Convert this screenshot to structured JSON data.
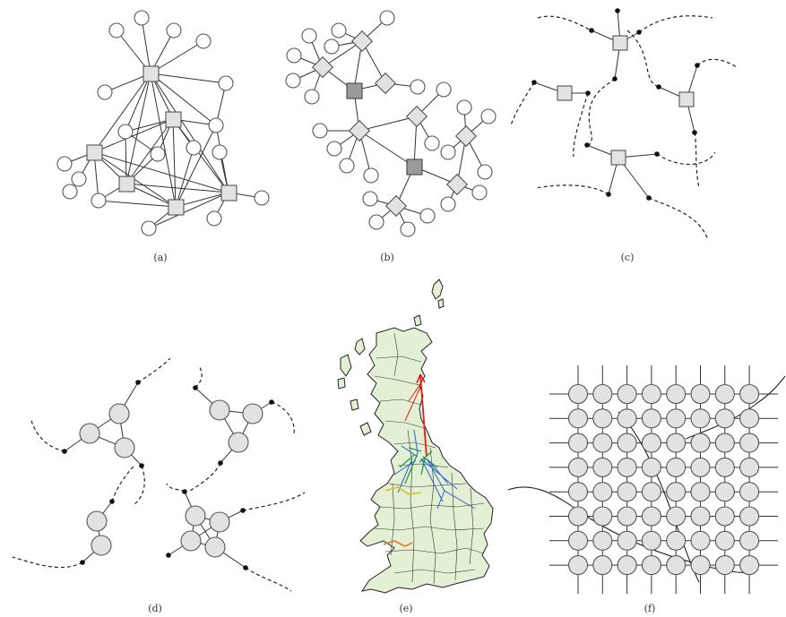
{
  "panels": [
    {
      "id": "a",
      "label": "(a)"
    },
    {
      "id": "b",
      "label": "(b)"
    },
    {
      "id": "c",
      "label": "(c)"
    },
    {
      "id": "d",
      "label": "(d)"
    },
    {
      "id": "e",
      "label": "(e)"
    },
    {
      "id": "f",
      "label": "(f)"
    }
  ],
  "colors": {
    "node_fill": "#e2e2e2",
    "hub_dark": "#9a9a9a",
    "map_land": "#e4f0d4",
    "flow_red": "#e0201a",
    "flow_green": "#2ea043",
    "flow_blue": "#2f5fd0",
    "flow_yellow": "#d4c83a",
    "flow_orange": "#e07a2a"
  }
}
